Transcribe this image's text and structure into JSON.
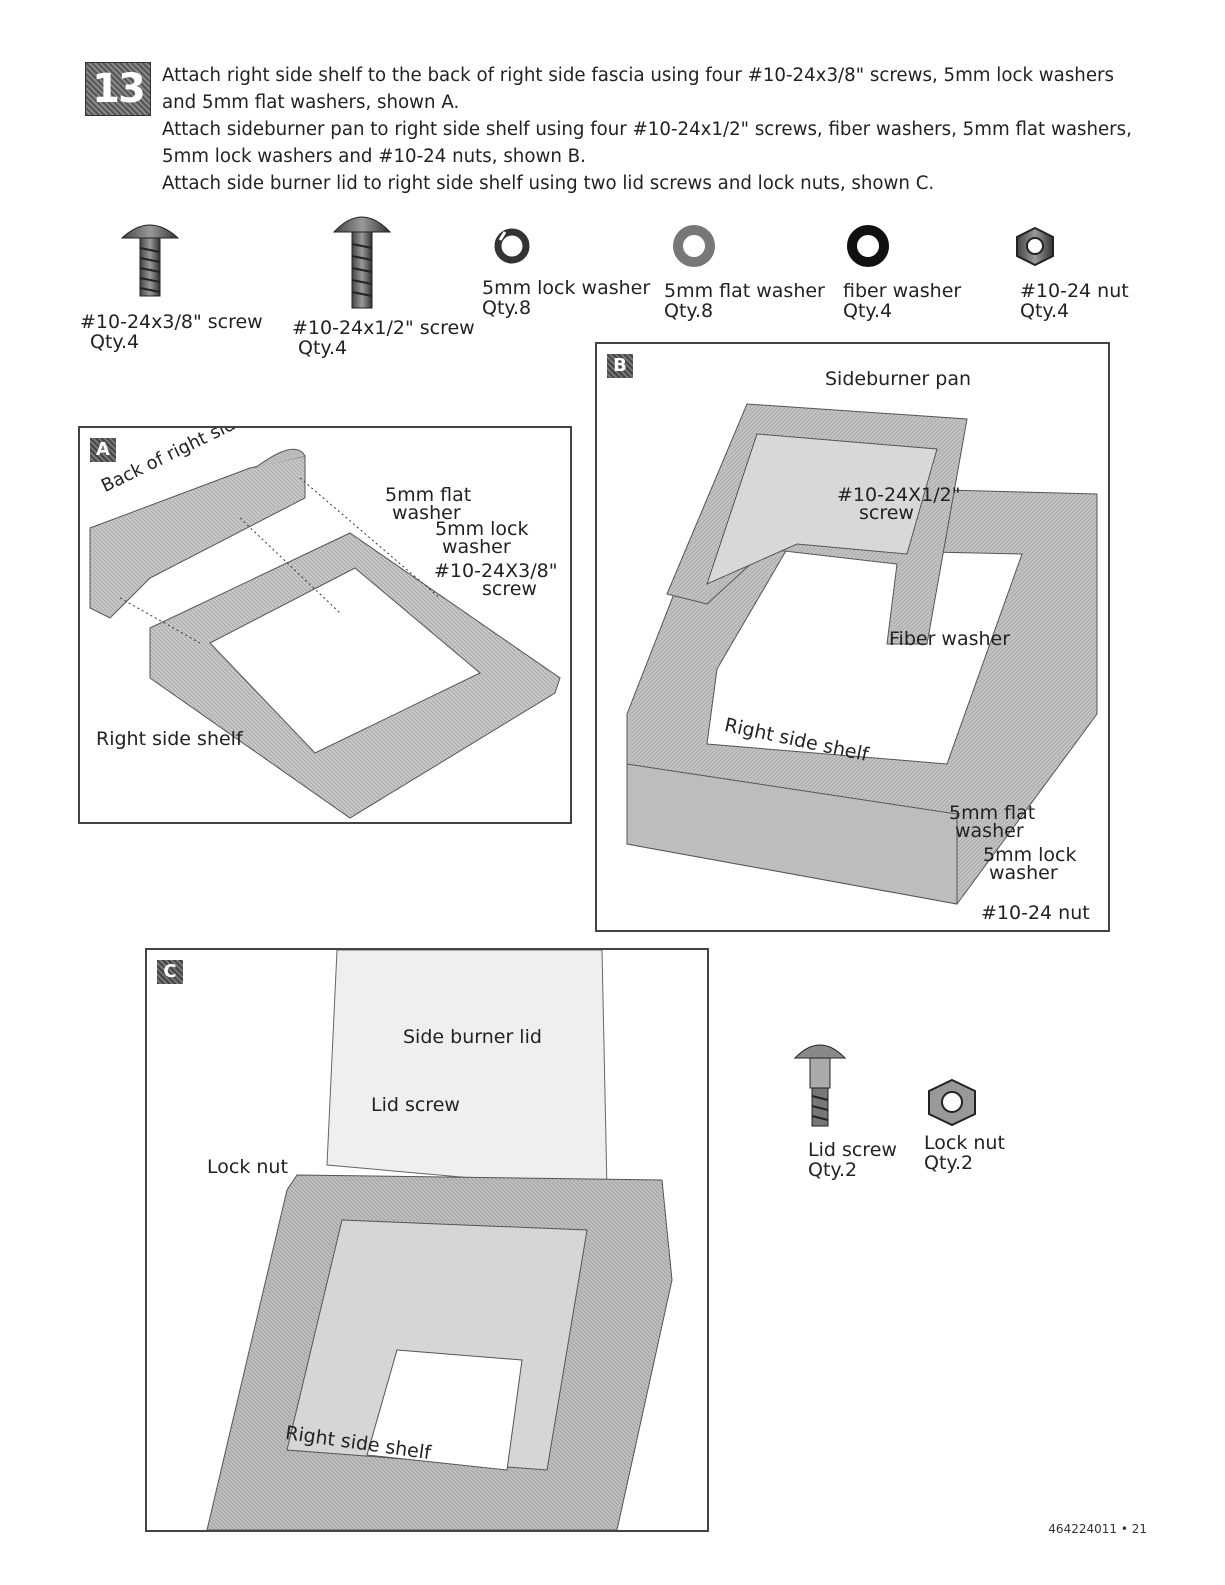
{
  "step": {
    "number": "13"
  },
  "instructions": [
    "Attach right side shelf to the back of right side fascia using four #10-24x3/8\" screws, 5mm lock washers",
    "and 5mm flat washers, shown A.",
    "Attach sideburner pan to right side shelf using four #10-24x1/2\" screws, fiber washers, 5mm flat washers,",
    "5mm lock washers and #10-24 nuts, shown B.",
    "Attach side burner lid to right side shelf using two lid screws and lock nuts, shown C."
  ],
  "parts": [
    {
      "name": "#10-24x3/8\" screw",
      "qty": "Qty.4"
    },
    {
      "name": "#10-24x1/2\" screw",
      "qty": "Qty.4"
    },
    {
      "name": "5mm lock washer",
      "qty": "Qty.8"
    },
    {
      "name": "5mm flat washer",
      "qty": "Qty.8"
    },
    {
      "name": "fiber washer",
      "qty": "Qty.4"
    },
    {
      "name": "#10-24 nut",
      "qty": "Qty.4"
    }
  ],
  "panel_a": {
    "tag": "A",
    "labels": {
      "fascia": "Back of right side fascia",
      "flat_washer_1": "5mm flat",
      "flat_washer_2": "washer",
      "lock_washer_1": "5mm lock",
      "lock_washer_2": "washer",
      "screw_1": "#10-24X3/8\"",
      "screw_2": "screw",
      "shelf": "Right side shelf"
    }
  },
  "panel_b": {
    "tag": "B",
    "labels": {
      "pan": "Sideburner pan",
      "screw_1": "#10-24X1/2\"",
      "screw_2": "screw",
      "fiber": "Fiber washer",
      "shelf": "Right side shelf",
      "flat_washer_1": "5mm flat",
      "flat_washer_2": "washer",
      "lock_washer_1": "5mm lock",
      "lock_washer_2": "washer",
      "nut": "#10-24 nut"
    }
  },
  "panel_c": {
    "tag": "C",
    "labels": {
      "lid": "Side burner lid",
      "lid_screw": "Lid screw",
      "lock_nut": "Lock nut",
      "shelf": "Right side shelf"
    }
  },
  "extra_parts": [
    {
      "name": "Lid screw",
      "qty": "Qty.2"
    },
    {
      "name": "Lock nut",
      "qty": "Qty.2"
    }
  ],
  "footer": {
    "page": "464224011 • 21"
  }
}
